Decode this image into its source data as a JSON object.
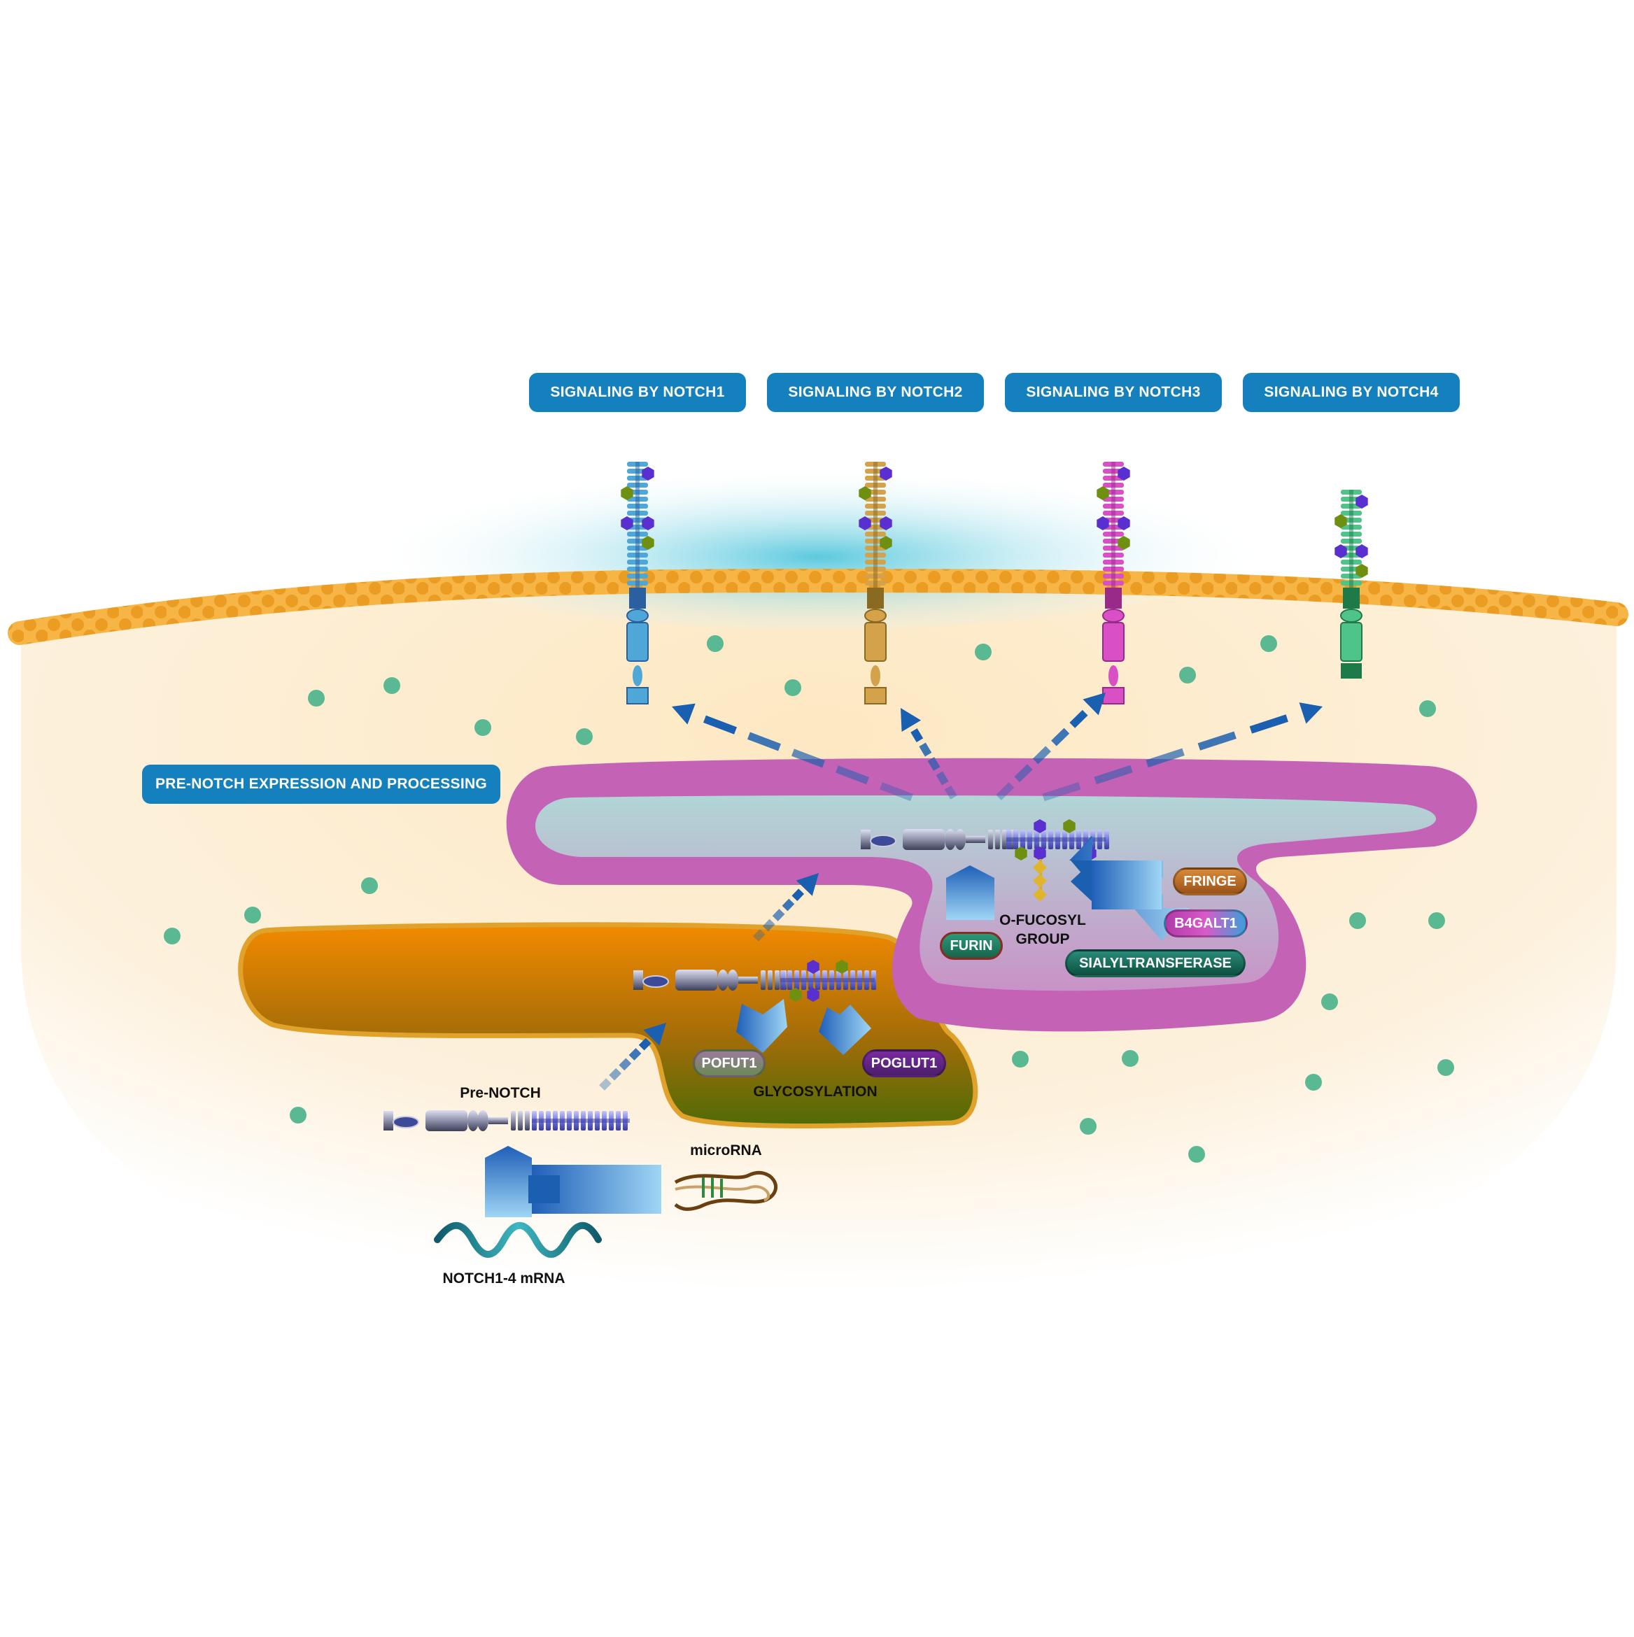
{
  "pathway_buttons": [
    {
      "label": "SIGNALING BY NOTCH1"
    },
    {
      "label": "SIGNALING BY NOTCH2"
    },
    {
      "label": "SIGNALING BY NOTCH3"
    },
    {
      "label": "SIGNALING BY NOTCH4"
    }
  ],
  "section_button": {
    "label": "PRE-NOTCH EXPRESSION AND PROCESSING"
  },
  "labels": {
    "pre_notch": "Pre-NOTCH",
    "glycosylation": "GLYCOSYLATION",
    "o_fucosyl_line1": "O-FUCOSYL",
    "o_fucosyl_line2": "GROUP",
    "microrna": "microRNA",
    "mrna": "NOTCH1-4 mRNA"
  },
  "enzymes": {
    "pofut1": "POFUT1",
    "poglut1": "POGLUT1",
    "furin": "FURIN",
    "fringe": "FRINGE",
    "b4galt1": "B4GALT1",
    "sialyltransferase": "SIALYLTRANSFERASE"
  },
  "colors": {
    "button_blue": "#1580be",
    "membrane": "#f2aa3c",
    "golgi_magenta": "#c462b6",
    "er_brown": "#a06a10",
    "vesicle_green": "#5ab893",
    "arrow_blue": "#1a5fb0",
    "notch1": "#4fa7d8",
    "notch2": "#d4a24a",
    "notch3": "#d84fc6",
    "notch4": "#4fc48a"
  }
}
